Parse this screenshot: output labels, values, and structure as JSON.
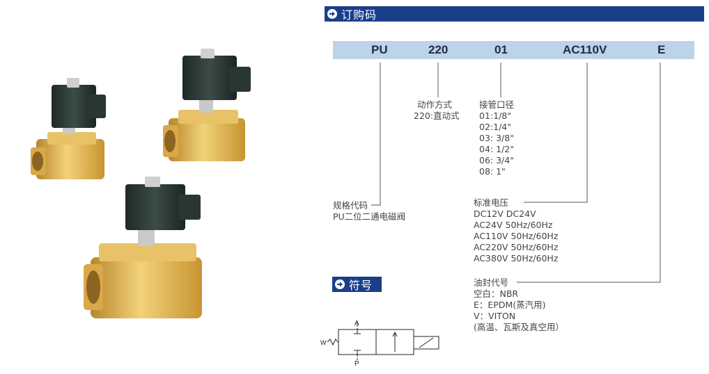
{
  "order_header": "订购码",
  "symbol_header": "符号",
  "code": {
    "series": "PU",
    "action": "220",
    "port": "01",
    "voltage": "AC110V",
    "seal": "E"
  },
  "action_block": {
    "title": "动作方式",
    "value": "220:直动式"
  },
  "port_block": {
    "title": "接管口径",
    "items": [
      "01:1/8\"",
      "02:1/4\"",
      "03: 3/8\"",
      "04: 1/2\"",
      "06: 3/4\"",
      "08: 1\""
    ]
  },
  "series_block": {
    "title": "规格代码",
    "value": "PU二位二通电磁阀"
  },
  "voltage_block": {
    "title": "标准电压",
    "items": [
      "DC12V DC24V",
      "AC24V 50Hz/60Hz",
      "AC110V 50Hz/60Hz",
      "AC220V 50Hz/60Hz",
      "AC380V 50Hz/60Hz"
    ]
  },
  "seal_block": {
    "title": "油封代号",
    "items": [
      "空白：NBR",
      "E：EPDM(蒸汽用)",
      "V：VITON",
      "(高温、瓦斯及真空用）"
    ]
  },
  "symbol": {
    "port_a": "A",
    "port_p": "P",
    "spring": "W"
  },
  "colors": {
    "header_bg": "#1a3e8a",
    "codebar_bg": "#bcd3ea",
    "brass": "#e3b84a",
    "coil": "#2d3d39"
  }
}
